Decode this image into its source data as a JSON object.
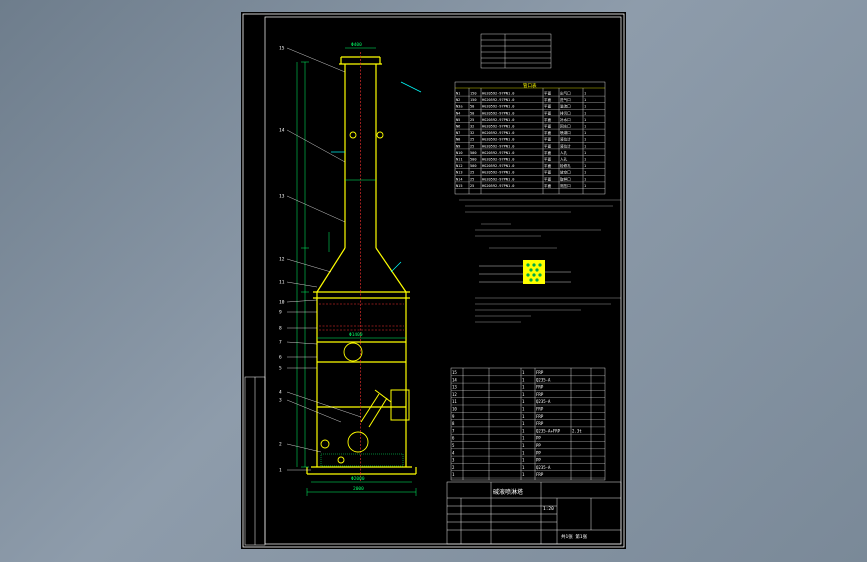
{
  "colors": {
    "frame": "#ffffff",
    "body": "#ffff00",
    "dimension": "#00ff66",
    "hidden": "#ff3333",
    "pipe": "#00ffff",
    "background": "#000000"
  },
  "part_callouts": [
    "15",
    "14",
    "13",
    "12",
    "11",
    "10",
    "9",
    "8",
    "7",
    "6",
    "5",
    "4",
    "3",
    "2",
    "1"
  ],
  "dimension_texts": {
    "top": "Φ400",
    "mid": "Φ1400",
    "bottom": "Φ2000",
    "base": "2000"
  },
  "nozzle_table": {
    "title": "管口表",
    "rows": [
      [
        "N1",
        "150",
        "HG20592-97PN1.0",
        "平面",
        "出气口",
        "1"
      ],
      [
        "N2",
        "150",
        "HG20592-97PN1.0",
        "平面",
        "进气口",
        "1"
      ],
      [
        "N3a",
        "50",
        "HG20592-97PN1.0",
        "平面",
        "溢流口",
        "1"
      ],
      [
        "N4",
        "50",
        "HG20592-97PN1.0",
        "平面",
        "排污口",
        "1"
      ],
      [
        "N5",
        "25",
        "HG20592-97PN1.0",
        "平面",
        "补水口",
        "1"
      ],
      [
        "N6",
        "32",
        "HG20592-97PN1.0",
        "平面",
        "回水口",
        "1"
      ],
      [
        "N7",
        "32",
        "HG20592-97PN1.0",
        "平面",
        "喷淋口",
        "1"
      ],
      [
        "N8",
        "25",
        "HG20592-97PN1.0",
        "平面",
        "液位计",
        "1"
      ],
      [
        "N9",
        "25",
        "HG20592-97PN1.0",
        "平面",
        "液位计",
        "1"
      ],
      [
        "N10",
        "500",
        "HG20592-97PN1.0",
        "平面",
        "人孔",
        "1"
      ],
      [
        "N11",
        "500",
        "HG20592-97PN1.0",
        "平面",
        "人孔",
        "1"
      ],
      [
        "N12",
        "500",
        "HG20592-97PN1.0",
        "平面",
        "检修孔",
        "1"
      ],
      [
        "N13",
        "25",
        "HG20592-97PN1.0",
        "平面",
        "放空口",
        "1"
      ],
      [
        "N14",
        "25",
        "HG20592-97PN1.0",
        "平面",
        "取样口",
        "1"
      ],
      [
        "N15",
        "25",
        "HG20592-97PN1.0",
        "平面",
        "测压口",
        "1"
      ]
    ]
  },
  "parts_list": {
    "rows": [
      [
        "15",
        "",
        "1",
        "FRP",
        ""
      ],
      [
        "14",
        "",
        "1",
        "Q235-A",
        ""
      ],
      [
        "13",
        "",
        "1",
        "FRP",
        ""
      ],
      [
        "12",
        "",
        "1",
        "FRP",
        ""
      ],
      [
        "11",
        "",
        "1",
        "Q235-A",
        ""
      ],
      [
        "10",
        "",
        "1",
        "FRP",
        ""
      ],
      [
        "9",
        "",
        "1",
        "FRP",
        ""
      ],
      [
        "8",
        "",
        "1",
        "FRP",
        ""
      ],
      [
        "7",
        "",
        "1",
        "Q235-A+FRP",
        "2.3t"
      ],
      [
        "6",
        "",
        "1",
        "PP",
        ""
      ],
      [
        "5",
        "",
        "1",
        "PP",
        ""
      ],
      [
        "4",
        "",
        "1",
        "PP",
        ""
      ],
      [
        "3",
        "",
        "1",
        "PP",
        ""
      ],
      [
        "2",
        "",
        "1",
        "Q235-A",
        ""
      ],
      [
        "1",
        "",
        "1",
        "FRP",
        ""
      ]
    ]
  },
  "title_block": {
    "drawing_name": "碱液喷淋塔",
    "scale": "1:20",
    "sheet": "共1张 第1张"
  }
}
